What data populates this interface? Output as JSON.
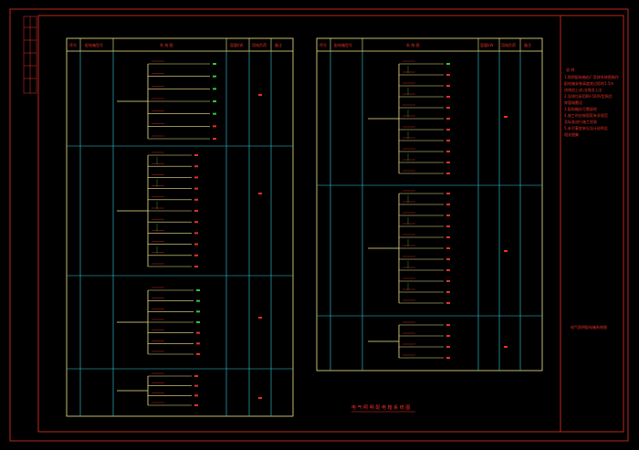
{
  "colors": {
    "frame": "#e8312a",
    "table": "#f2e98b",
    "divider": "#2ecfe0",
    "bus": "#f2e98b",
    "label": "#e8312a",
    "accent": "#31c93a"
  },
  "left_table": {
    "headers": [
      "序号",
      "配电箱型号",
      "系 统 图",
      "容量kW",
      "用电负荷",
      "备注"
    ]
  },
  "right_table": {
    "headers": [
      "序号",
      "配电箱型号",
      "系 统 图",
      "容量kW",
      "用电负荷",
      "备注"
    ]
  },
  "drawing_title": "电 气 照 明 配 电 箱 系 统 图",
  "notes": {
    "heading": "说 明",
    "lines": [
      "1.照明配电箱由厂家按系统图制作",
      "  配电箱安装高度底边距地1.5m",
      "  进线由上进,出线由上出",
      "2.导线均采用BV-500V型铜芯",
      "  穿管暗敷设",
      "3.配电箱应可靠接地",
      "4.施工时应按国家有关规范",
      "  及标准进行施工验收",
      "5.未尽事宜参见设计说明及",
      "  相关图集"
    ]
  },
  "title_block": {
    "drawing_name": "电气照明配电箱系统图"
  }
}
